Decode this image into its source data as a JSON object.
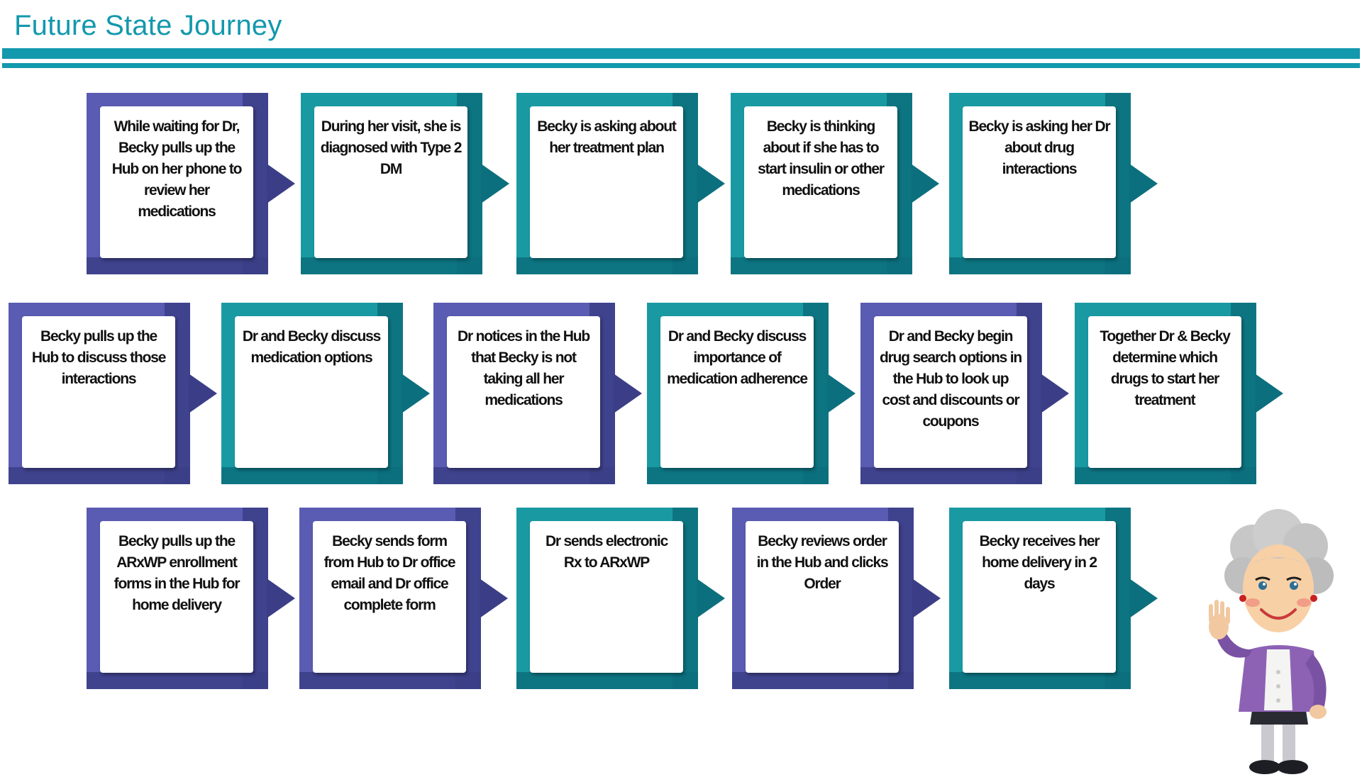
{
  "title": "Future State Journey",
  "colors": {
    "title": "#1398ad",
    "rule": "#1399ad",
    "purple": "#5a5bb2",
    "purple_dark": "#3b3e86",
    "teal": "#199aa3",
    "teal_dark": "#0c6f7d"
  },
  "rows": [
    {
      "steps": [
        {
          "text": "While waiting for Dr, Becky pulls up the Hub on her phone to review her medications",
          "theme": "purple"
        },
        {
          "text": "During her visit, she is diagnosed with Type 2 DM",
          "theme": "teal"
        },
        {
          "text": "Becky is asking about her treatment plan",
          "theme": "teal"
        },
        {
          "text": "Becky is thinking about if she has to start insulin or other medications",
          "theme": "teal"
        },
        {
          "text": "Becky is asking her Dr about drug interactions",
          "theme": "teal"
        }
      ]
    },
    {
      "steps": [
        {
          "text": "Becky pulls up the Hub to discuss those interactions",
          "theme": "purple"
        },
        {
          "text": "Dr and Becky discuss medication options",
          "theme": "teal"
        },
        {
          "text": "Dr notices in the Hub that Becky is not taking all her medications",
          "theme": "purple"
        },
        {
          "text": "Dr and Becky discuss importance of medication adherence",
          "theme": "teal"
        },
        {
          "text": "Dr and Becky begin drug search options in the Hub to look up cost and discounts or coupons",
          "theme": "purple"
        },
        {
          "text": "Together Dr & Becky determine which drugs to start her treatment",
          "theme": "teal"
        }
      ]
    },
    {
      "steps": [
        {
          "text": "Becky pulls up the ARxWP enrollment forms in the Hub for home delivery",
          "theme": "purple"
        },
        {
          "text": "Becky sends form from Hub to Dr office email and Dr office complete form",
          "theme": "purple"
        },
        {
          "text": "Dr sends electronic Rx to ARxWP",
          "theme": "teal"
        },
        {
          "text": "Becky reviews order in the Hub and clicks Order",
          "theme": "purple"
        },
        {
          "text": "Becky receives her home delivery in 2 days",
          "theme": "teal"
        }
      ]
    }
  ]
}
